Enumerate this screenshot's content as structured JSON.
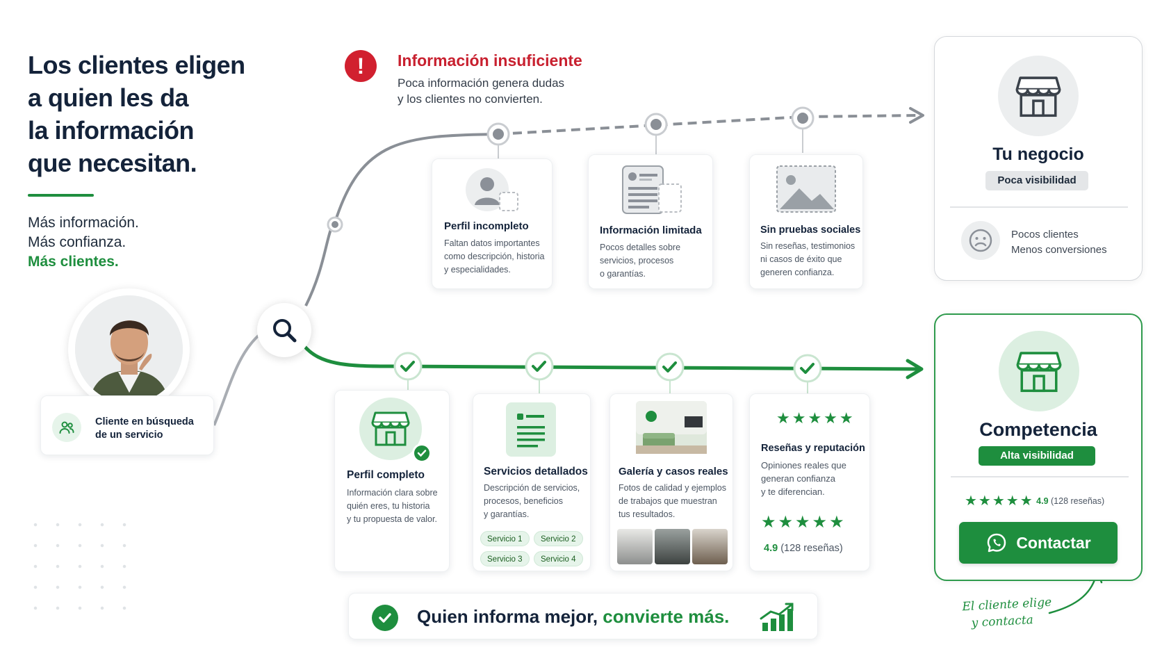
{
  "headline": {
    "line1": "Los clientes eligen",
    "line2": "a quien les da",
    "line3": "la información",
    "line4": "que necesitan."
  },
  "tagline": {
    "line1": "Más información.",
    "line2": "Más confianza.",
    "line3": "Más clientes."
  },
  "client": {
    "label_line1": "Cliente en búsqueda",
    "label_line2": "de un servicio"
  },
  "warning": {
    "title": "Información insuficiente",
    "line1": "Poca información genera dudas",
    "line2": "y los clientes no convierten."
  },
  "weak_path": [
    {
      "title": "Perfil incompleto",
      "desc": [
        "Faltan datos importantes",
        "como descripción, historia",
        "y especialidades."
      ]
    },
    {
      "title": "Información limitada",
      "desc": [
        "Pocos detalles sobre",
        "servicios, procesos",
        "o garantías."
      ]
    },
    {
      "title": "Sin pruebas sociales",
      "desc": [
        "Sin reseñas, testimonios",
        "ni casos de éxito que",
        "generen confianza."
      ]
    }
  ],
  "strong_path": [
    {
      "title": "Perfil completo",
      "desc": [
        "Información clara sobre",
        "quién eres, tu historia",
        "y tu propuesta de valor."
      ]
    },
    {
      "title": "Servicios detallados",
      "desc": [
        "Descripción de servicios,",
        "procesos, beneficios",
        "y garantías."
      ],
      "chips": [
        "Servicio 1",
        "Servicio 2",
        "Servicio 3",
        "Servicio 4"
      ]
    },
    {
      "title": "Galería y casos reales",
      "desc": [
        "Fotos de calidad y ejemplos",
        "de trabajos que muestran",
        "tus resultados."
      ]
    },
    {
      "title": "Reseñas y reputación",
      "desc": [
        "Opiniones reales que",
        "generan confianza",
        "y te diferencian."
      ],
      "rating": "4.9",
      "reviews": "(128 reseñas)"
    }
  ],
  "tu_negocio": {
    "title": "Tu negocio",
    "badge": "Poca visibilidad",
    "line1": "Pocos clientes",
    "line2": "Menos conversiones"
  },
  "competencia": {
    "title": "Competencia",
    "badge": "Alta visibilidad",
    "rating": "4.9",
    "reviews": "(128 reseñas)",
    "button": "Contactar"
  },
  "handwritten": {
    "line1": "El cliente elige",
    "line2": "y contacta"
  },
  "banner": {
    "part1": "Quien informa mejor,",
    "part2": "convierte más."
  },
  "colors": {
    "green": "#1e8e3e",
    "red": "#c8202f",
    "gray_path": "#8a8f96",
    "navy": "#14233a"
  },
  "icons": [
    "warning-icon",
    "search-icon",
    "users-icon",
    "store-icon",
    "check-icon",
    "star-icon",
    "whatsapp-icon",
    "sad-face-icon",
    "chart-up-icon",
    "image-icon",
    "document-icon",
    "user-icon"
  ]
}
